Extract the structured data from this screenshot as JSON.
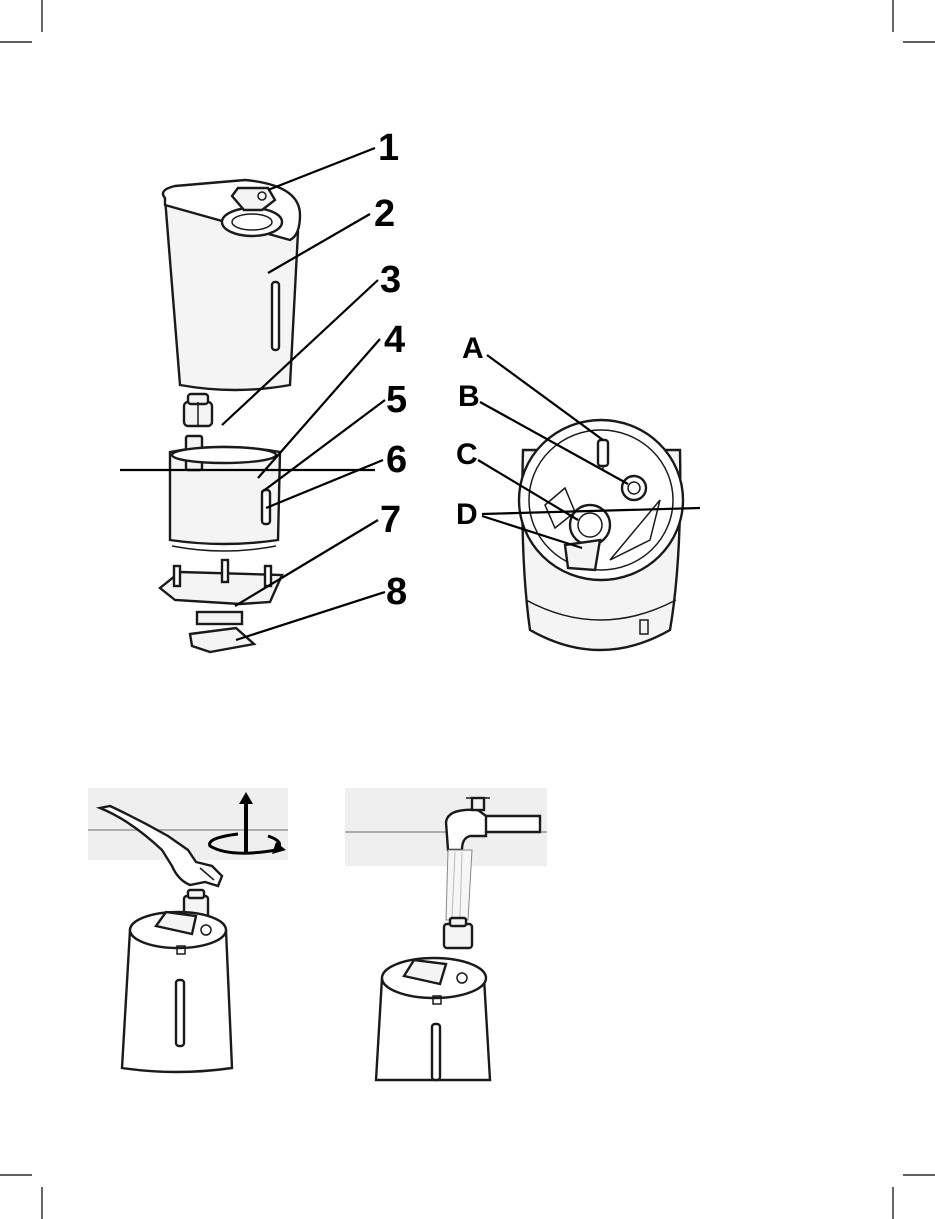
{
  "diagram": {
    "part_numbers": [
      "1",
      "2",
      "3",
      "4",
      "5",
      "6",
      "7",
      "8"
    ],
    "part_letters": [
      "A",
      "B",
      "C",
      "D"
    ]
  }
}
